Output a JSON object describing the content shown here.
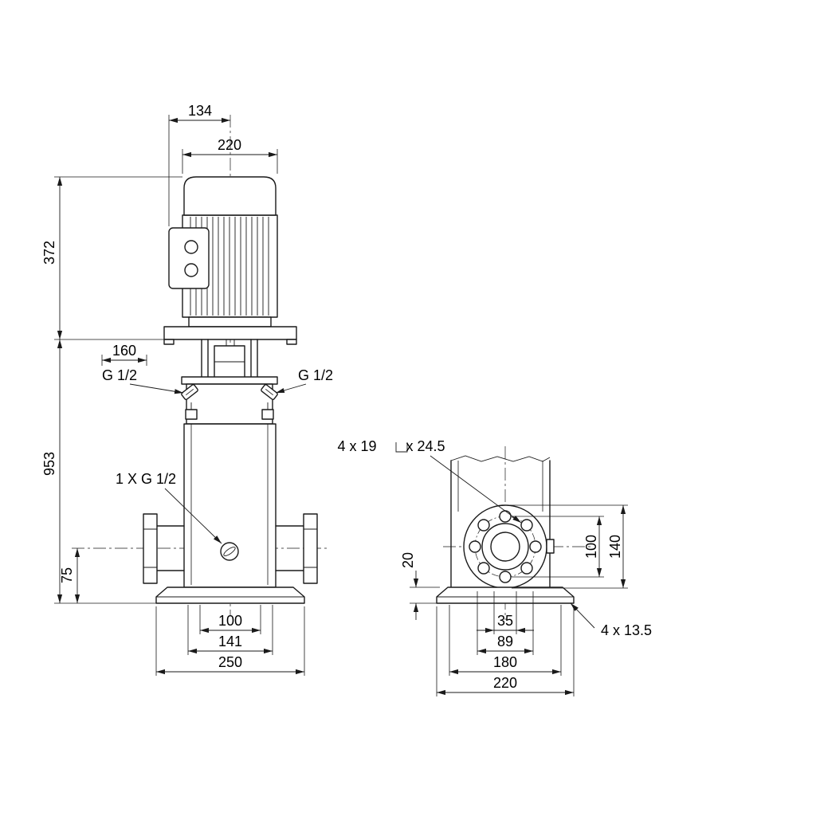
{
  "drawing": {
    "front_view": {
      "dim_134": "134",
      "dim_220": "220",
      "dim_372": "372",
      "dim_160": "160",
      "dim_953": "953",
      "dim_75": "75",
      "dim_100": "100",
      "dim_141": "141",
      "dim_250": "250",
      "vent_left": "G 1/2",
      "vent_right": "G 1/2",
      "drain_note": "1 X G 1/2"
    },
    "side_view": {
      "hole_note": "4 x 19",
      "counterbore_note": "x 24.5",
      "dim_20": "20",
      "dim_100": "100",
      "dim_140": "140",
      "dim_35": "35",
      "dim_89": "89",
      "dim_180": "180",
      "dim_220": "220",
      "base_hole_note": "4 x 13.5"
    }
  }
}
